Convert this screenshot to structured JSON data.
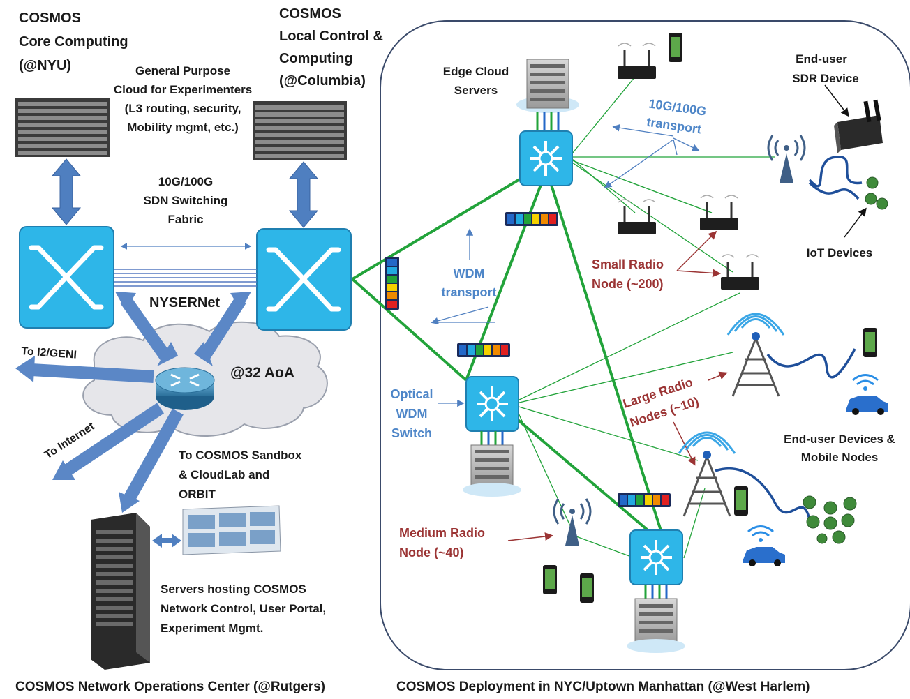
{
  "labels": {
    "core": [
      "COSMOS",
      "Core Computing",
      "(@NYU)"
    ],
    "local": [
      "COSMOS",
      "Local Control &",
      "Computing",
      "(@Columbia)"
    ],
    "general": [
      "General Purpose",
      "Cloud for Experimenters",
      "(L3 routing, security,",
      "Mobility mgmt, etc.)"
    ],
    "sdn": [
      "10G/100G",
      "SDN Switching",
      "Fabric"
    ],
    "nysernet": "NYSERNet",
    "aoa": "@32 AoA",
    "i2": "To I2/GENI",
    "internet": "To Internet",
    "sandbox": [
      "To COSMOS Sandbox",
      "& CloudLab and",
      "ORBIT"
    ],
    "servers_hosting": [
      "Servers hosting COSMOS",
      "Network Control, User Portal,",
      "Experiment Mgmt."
    ],
    "noc": "COSMOS Network Operations Center (@Rutgers)",
    "deployment": "COSMOS Deployment in NYC/Uptown Manhattan (@West Harlem)",
    "edge": [
      "Edge Cloud",
      "Servers"
    ],
    "transport": [
      "10G/100G",
      "transport"
    ],
    "enduser_sdr": [
      "End-user",
      "SDR Device"
    ],
    "iot": "IoT Devices",
    "small_radio": [
      "Small Radio",
      "Node (~200)"
    ],
    "wdm_transport": [
      "WDM",
      "transport"
    ],
    "optical": [
      "Optical",
      "WDM",
      "Switch"
    ],
    "large_radio": [
      "Large Radio",
      "Nodes (~10)"
    ],
    "enduser_devices": [
      "End-user Devices &",
      "Mobile Nodes"
    ],
    "medium_radio": [
      "Medium  Radio",
      "Node (~40)"
    ]
  },
  "colors": {
    "blue_label": "#4e86c8",
    "red_label": "#9b3434",
    "green_link": "#22a33a",
    "switch_fill": "#2eb6e8",
    "arrow_blue": "#4f7fc0"
  },
  "wdm_colors": [
    "#2468c8",
    "#22a8e0",
    "#22a33a",
    "#f5d000",
    "#f08a00",
    "#e02020"
  ]
}
